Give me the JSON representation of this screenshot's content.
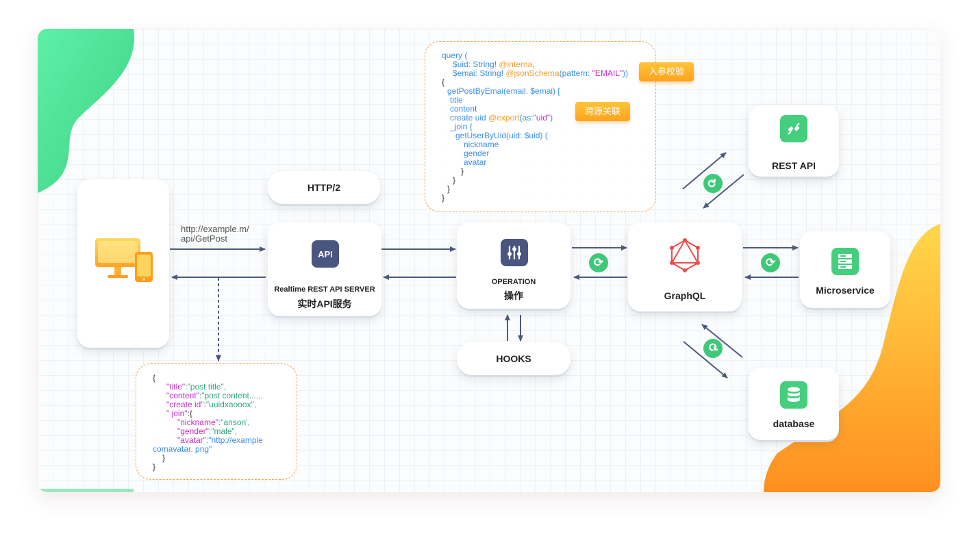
{
  "nodes": {
    "http2": "HTTP/2",
    "request_url_line1": "http://example.m/",
    "request_url_line2": "api/GetPost",
    "api_icon": "API",
    "api_server_en": "Realtime REST API SERVER",
    "api_server_cn": "实时API服务",
    "operation_en": "OPERATION",
    "operation_cn": "操作",
    "hooks": "HOOKS",
    "graphql": "GraphQL",
    "rest_api": "REST API",
    "microservice": "Microservice",
    "database": "database"
  },
  "tags": {
    "param_validation": "入参校验",
    "cross_source": "跨源关联"
  },
  "query_code": {
    "l1": "query (",
    "l2a": "$uid: String! ",
    "l2b": "@interna",
    "l2c": ",",
    "l3a": "$emai: String! ",
    "l3b": "@jsonSchema",
    "l3c": "(pattern: ",
    "l3d": "\"EMAIL\"",
    "l3e": "))",
    "l4": "{",
    "l5": "getPostByEmai(email. $emai) [",
    "l6": "title",
    "l7": "content",
    "l8a": "create uid ",
    "l8b": "@export",
    "l8c": "(as:",
    "l8d": "\"uid\"",
    "l8e": ")",
    "l9": "_join {",
    "l10": "getUserByUid(uid: $uid) (",
    "l11": "nickname",
    "l12": "gender",
    "l13": "avatar",
    "l14": "}",
    "l15": "}",
    "l16": "}",
    "l17": "}"
  },
  "response_code": {
    "l1": "{",
    "l2k": "\"title\"",
    "l2v": ":\"post title\",",
    "l3k": "\"content\"",
    "l3v": ":\"post content......",
    "l4k": "\"create id\"",
    "l4v": ":\"uuidxaooox\",",
    "l5k": "\" join\"",
    "l5v": ":{",
    "l6k": "\"nickname\"",
    "l6v": ":\"anson',",
    "l7k": "\"gender\"",
    "l7v": ":\"male\",",
    "l8k": "\"avatar\"",
    "l8v": ":\"http://example",
    "l9": "comavatar. png\"",
    "l10": "}",
    "l11": "}"
  },
  "colors": {
    "accent_green": "#3ec978",
    "accent_orange": "#ffa21d",
    "arrow": "#4d5a7e",
    "code_blue": "#3a8ee6",
    "code_magenta": "#c42ec4",
    "code_orange": "#f0a030",
    "code_green": "#2fa97a"
  },
  "icons": [
    "monitor-icon",
    "api-icon",
    "operation-sliders-icon",
    "graphql-icon",
    "plug-icon",
    "server-icon",
    "database-icon",
    "sync-icon"
  ]
}
